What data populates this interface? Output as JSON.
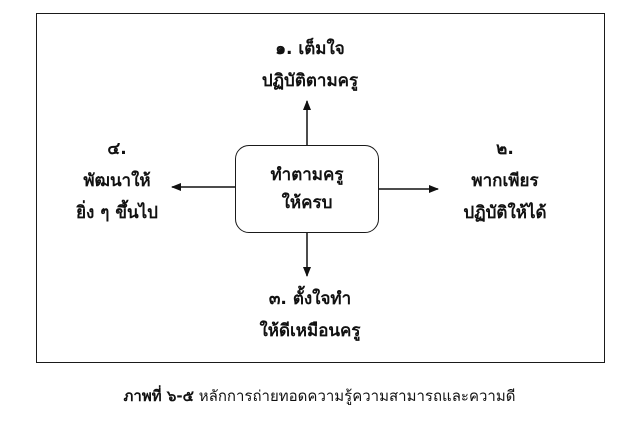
{
  "center": {
    "line1": "ทำตามครู",
    "line2": "ให้ครบ"
  },
  "nodes": {
    "top": {
      "number": "๑.",
      "line1": "เต็มใจ",
      "line2": "ปฏิบัติตามครู"
    },
    "right": {
      "number": "๒.",
      "line1": "พากเพียร",
      "line2": "ปฏิบัติให้ได้"
    },
    "bottom": {
      "number": "๓.",
      "line1": "ตั้งใจทำ",
      "line2": "ให้ดีเหมือนครู"
    },
    "left": {
      "number": "๔.",
      "line1": "พัฒนาให้",
      "line2": "ยิ่ง ๆ ขึ้นไป"
    }
  },
  "caption": {
    "label": "ภาพที่ ๖-๕",
    "text": "หลักการถ่ายทอดความรู้ความสามารถและความดี"
  },
  "colors": {
    "ink": "#111111",
    "background": "#ffffff"
  }
}
